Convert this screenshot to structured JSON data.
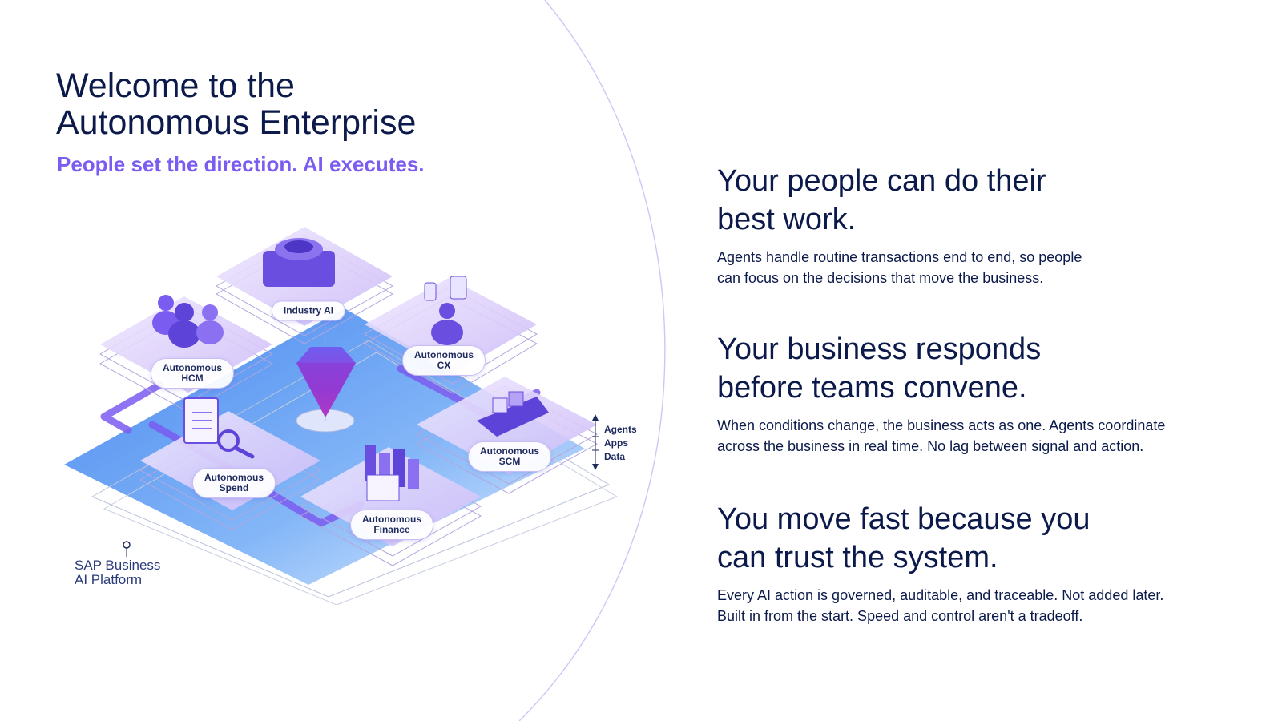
{
  "hero": {
    "title_line1": "Welcome to the",
    "title_line2": "Autonomous Enterprise",
    "subtitle": "People set the direction. AI executes."
  },
  "diagram": {
    "modules": [
      {
        "line1": "Industry AI",
        "line2": ""
      },
      {
        "line1": "Autonomous",
        "line2": "HCM"
      },
      {
        "line1": "Autonomous",
        "line2": "CX"
      },
      {
        "line1": "Autonomous",
        "line2": "SCM"
      },
      {
        "line1": "Autonomous",
        "line2": "Spend"
      },
      {
        "line1": "Autonomous",
        "line2": "Finance"
      }
    ],
    "layers": [
      "Agents",
      "Apps",
      "Data"
    ],
    "platform_line1": "SAP Business",
    "platform_line2": "AI Platform"
  },
  "benefits": [
    {
      "heading_line1": "Your people can do their",
      "heading_line2": "best work.",
      "body_line1": "Agents handle routine transactions end to end, so people",
      "body_line2": "can focus on the decisions that move the business."
    },
    {
      "heading_line1": "Your business responds",
      "heading_line2": "before teams convene.",
      "body_line1": "When conditions change, the business acts as one. Agents coordinate",
      "body_line2": "across the business in real time. No lag between signal and action."
    },
    {
      "heading_line1": "You move fast because you",
      "heading_line2": "can trust the system.",
      "body_line1": "Every AI action is governed, auditable, and traceable. Not added later.",
      "body_line2": "Built in from the start. Speed and control aren't a tradeoff."
    }
  ],
  "colors": {
    "navy": "#0c1a4b",
    "purple": "#7b5cf0",
    "blue": "#3f82ee",
    "lavender": "#d9cdf8"
  }
}
